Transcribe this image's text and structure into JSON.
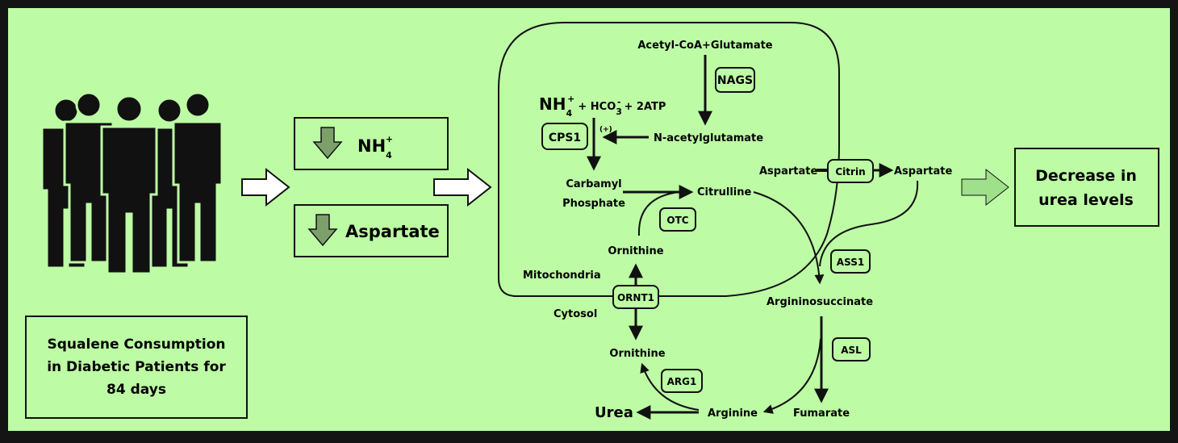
{
  "colors": {
    "background": "#bdfca5",
    "frame": "#141414",
    "ink": "#111111",
    "down_arrow_fill": "#7da06a",
    "output_arrow_fill": "#9fe08a"
  },
  "icons": [
    "people-icon",
    "down-arrow-icon",
    "right-arrow-icon"
  ],
  "study": {
    "line1": "Squalene Consumption",
    "line2": "in Diabetic Patients for",
    "line3": "84 days"
  },
  "effects": {
    "nh4_base": "NH",
    "nh4_sub": "4",
    "nh4_sup": "+",
    "aspartate": "Aspartate"
  },
  "outcome": {
    "line1": "Decrease in",
    "line2": "urea levels"
  },
  "compartments": {
    "mitochondria": "Mitochondria",
    "cytosol": "Cytosol"
  },
  "metabolites": {
    "acetyl_coa_glutamate": "Acetyl-CoA+Glutamate",
    "n_acetylglutamate": "N-acetylglutamate",
    "substrate_nh": "NH",
    "substrate_nh_sub": "4",
    "substrate_nh_sup": "+",
    "substrate_hco": "+ HCO",
    "substrate_hco_sub": "3",
    "substrate_hco_sup": "-",
    "substrate_atp": "+ 2ATP",
    "activation": "(+)",
    "carbamyl_1": "Carbamyl",
    "carbamyl_2": "Phosphate",
    "citrulline": "Citrulline",
    "ornithine_mito": "Ornithine",
    "ornithine_cyto": "Ornithine",
    "aspartate_mito": "Aspartate",
    "aspartate_cyto": "Aspartate",
    "argininosuccinate": "Argininosuccinate",
    "fumarate": "Fumarate",
    "arginine": "Arginine",
    "urea": "Urea"
  },
  "enzymes": {
    "nags": "NAGS",
    "cps1": "CPS1",
    "otc": "OTC",
    "ornt1": "ORNT1",
    "citrin": "Citrin",
    "ass1": "ASS1",
    "asl": "ASL",
    "arg1": "ARG1"
  }
}
